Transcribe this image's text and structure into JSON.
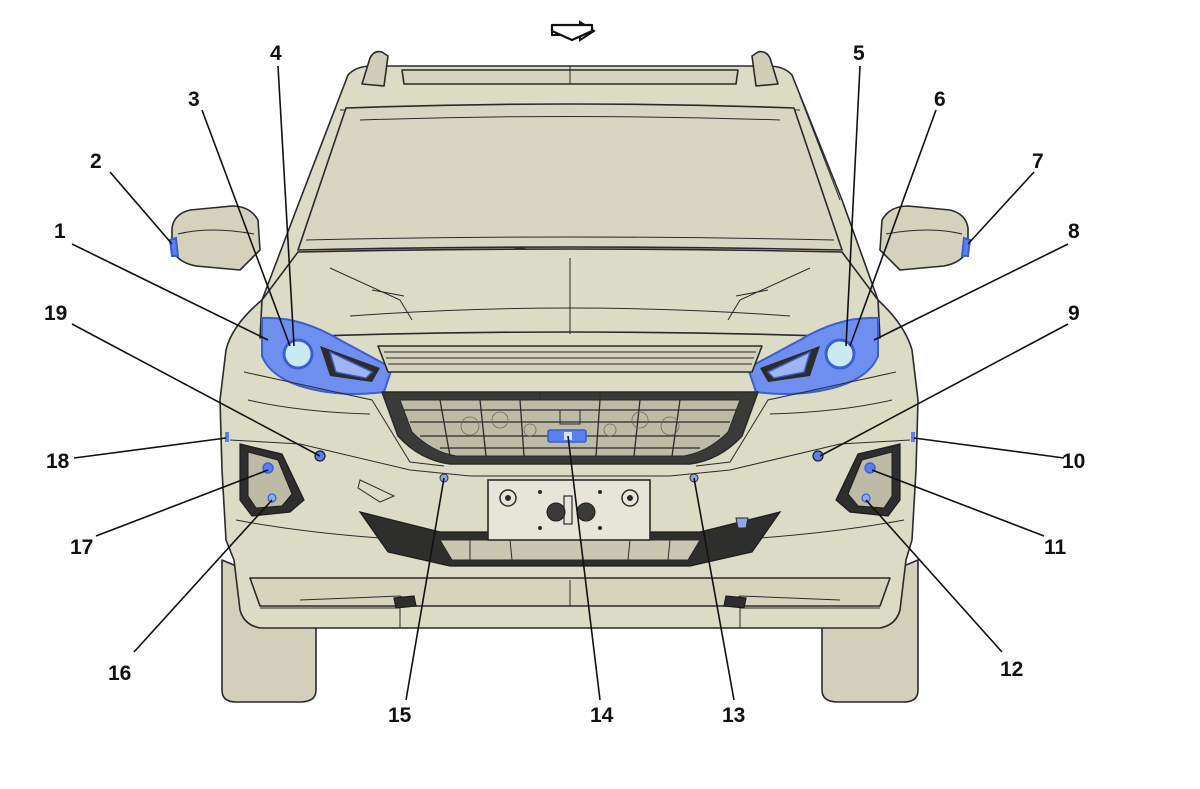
{
  "diagram": {
    "view_arrow_icon": "down-arrow-icon",
    "colors": {
      "body_fill": "#dcdbc6",
      "body_shade": "#cfcdb6",
      "glass_fill": "#d8d6c2",
      "outline": "#2a2a2a",
      "highlight": "#5a7ff0",
      "highlight_dark": "#3c5fd0",
      "dark_part": "#2e2e2c"
    },
    "callouts": [
      {
        "id": "1",
        "label": "1"
      },
      {
        "id": "2",
        "label": "2"
      },
      {
        "id": "3",
        "label": "3"
      },
      {
        "id": "4",
        "label": "4"
      },
      {
        "id": "5",
        "label": "5"
      },
      {
        "id": "6",
        "label": "6"
      },
      {
        "id": "7",
        "label": "7"
      },
      {
        "id": "8",
        "label": "8"
      },
      {
        "id": "9",
        "label": "9"
      },
      {
        "id": "10",
        "label": "10"
      },
      {
        "id": "11",
        "label": "11"
      },
      {
        "id": "12",
        "label": "12"
      },
      {
        "id": "13",
        "label": "13"
      },
      {
        "id": "14",
        "label": "14"
      },
      {
        "id": "15",
        "label": "15"
      },
      {
        "id": "16",
        "label": "16"
      },
      {
        "id": "17",
        "label": "17"
      },
      {
        "id": "18",
        "label": "18"
      },
      {
        "id": "19",
        "label": "19"
      }
    ]
  }
}
